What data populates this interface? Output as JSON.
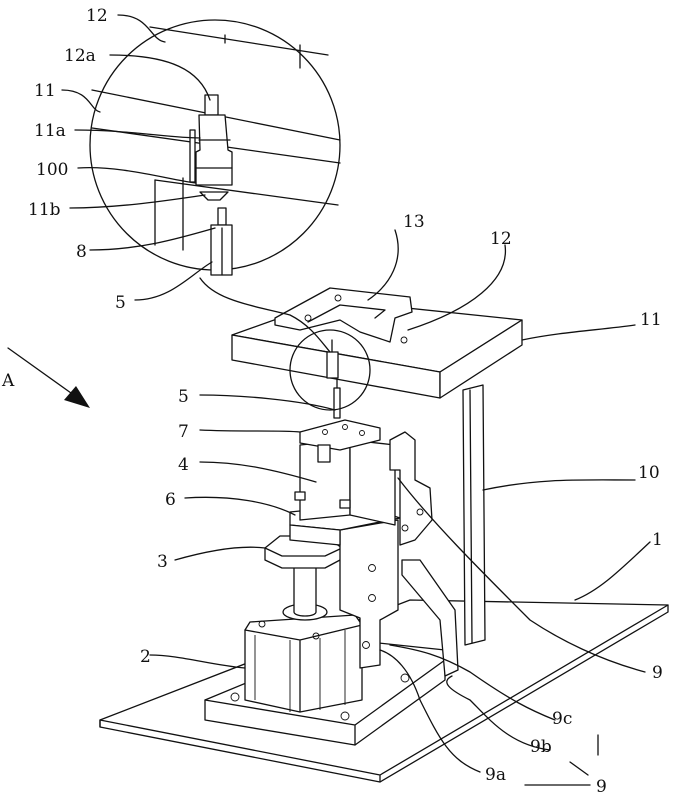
{
  "figure": {
    "view_arrow": "A",
    "labels": {
      "base_plate": "1",
      "cylinder": "2",
      "support_block": "3",
      "clamp_seat": "4",
      "probe": "5",
      "probe_upper": "5",
      "guide_block": "6",
      "probe_holder": "7",
      "probe_tip": "8",
      "linkage": "9",
      "linkage_lower": "9",
      "linkage_a": "9a",
      "linkage_b": "9b",
      "linkage_c": "9c",
      "column": "10",
      "top_plate": "11",
      "top_plate_detail": "11",
      "slot_a": "11a",
      "slot_b": "11b",
      "sample_holder": "12",
      "sample_holder_detail": "12",
      "sample_pin": "12a",
      "clamp_frame": "13",
      "sample": "100"
    }
  }
}
